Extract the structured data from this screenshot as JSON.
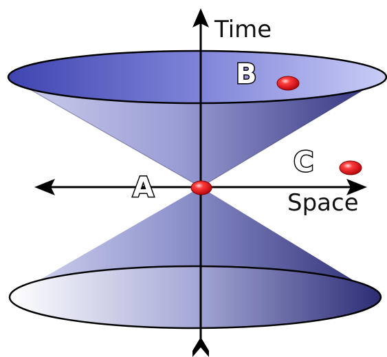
{
  "labels": {
    "time_axis": "Time",
    "space_axis": "Space",
    "event_a": "A",
    "event_b": "B",
    "event_c": "C"
  },
  "colors": {
    "cone_dark": "#2e2e7a",
    "cone_mid": "#7b7fc9",
    "cone_light": "#e8e9f8",
    "top_ellipse_left": "#4a4fb8",
    "top_ellipse_right": "#c7cbf5",
    "event_red": "#e8121b",
    "axis": "#000000"
  },
  "icons": {
    "event_marker": "red-sphere",
    "axis_arrow": "arrowhead",
    "axis_tail": "fletching"
  }
}
